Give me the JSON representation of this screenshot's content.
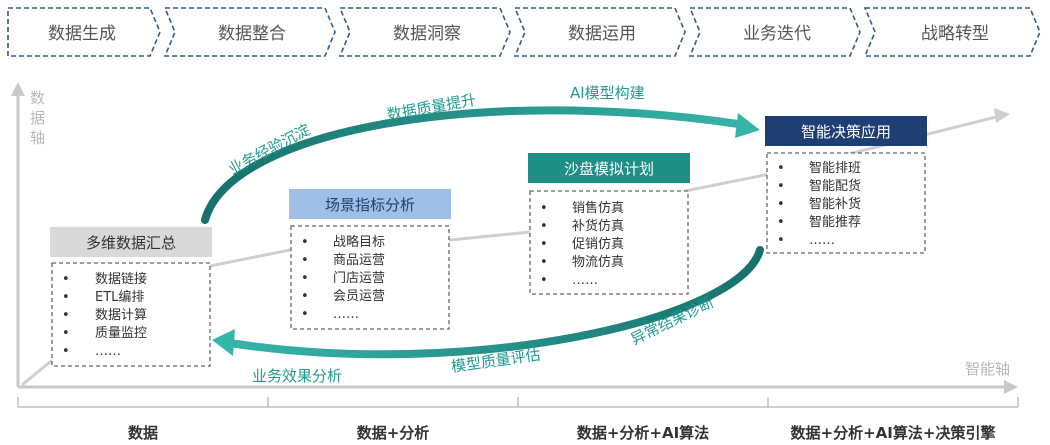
{
  "stages": [
    "数据生成",
    "数据整合",
    "数据洞察",
    "数据运用",
    "业务迭代",
    "战略转型"
  ],
  "axes": {
    "y_label": "数据轴",
    "x_label": "智能轴"
  },
  "boxes": [
    {
      "title": "多维数据汇总",
      "items": [
        "数据链接",
        "ETL编排",
        "数据计算",
        "质量监控",
        "……"
      ]
    },
    {
      "title": "场景指标分析",
      "items": [
        "战略目标",
        "商品运营",
        "门店运营",
        "会员运营",
        "……"
      ]
    },
    {
      "title": "沙盘模拟计划",
      "items": [
        "销售仿真",
        "补货仿真",
        "促销仿真",
        "物流仿真",
        "……"
      ]
    },
    {
      "title": "智能决策应用",
      "items": [
        "智能排班",
        "智能配货",
        "智能补货",
        "智能推荐",
        "……"
      ]
    }
  ],
  "arc_labels": {
    "upper": [
      "业务经验沉淀",
      "数据质量提升",
      "AI模型构建"
    ],
    "lower": [
      "异常结果诊断",
      "模型质量评估",
      "业务效果分析"
    ]
  },
  "bottom_phases": [
    "数据",
    "数据+分析",
    "数据+分析+AI算法",
    "数据+分析+AI算法+决策引擎"
  ],
  "colors": {
    "stage_border": "#2e5d8e",
    "box1_title_bg": "#d9d9d9",
    "box2_title_bg": "#9fbfe8",
    "box3_title_bg": "#1f8f86",
    "box4_title_bg": "#1f3e73",
    "arc": "#1f9a90",
    "axis": "#c8c8c8"
  }
}
